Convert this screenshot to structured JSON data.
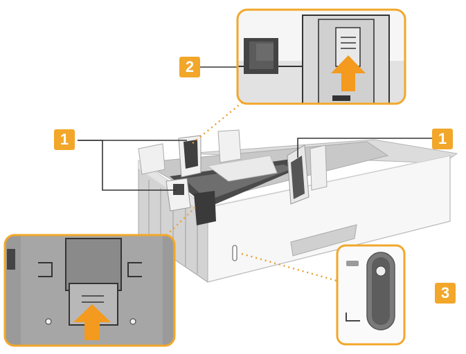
{
  "callouts": {
    "top_left": "1",
    "top_right": "1",
    "zoom_side_guide": "2",
    "paper_level": "3"
  },
  "colors": {
    "callout_fill": "#f2a72a",
    "frame_border": "#f2a72a",
    "arrow": "#f39a1f",
    "leader_line": "#e8a030",
    "tray_light": "#f4f4f4",
    "tray_dark": "#3a3a3a",
    "zoom_background": "#8f8f8f"
  },
  "icons": [
    "up-arrow-icon",
    "up-arrow-icon"
  ]
}
